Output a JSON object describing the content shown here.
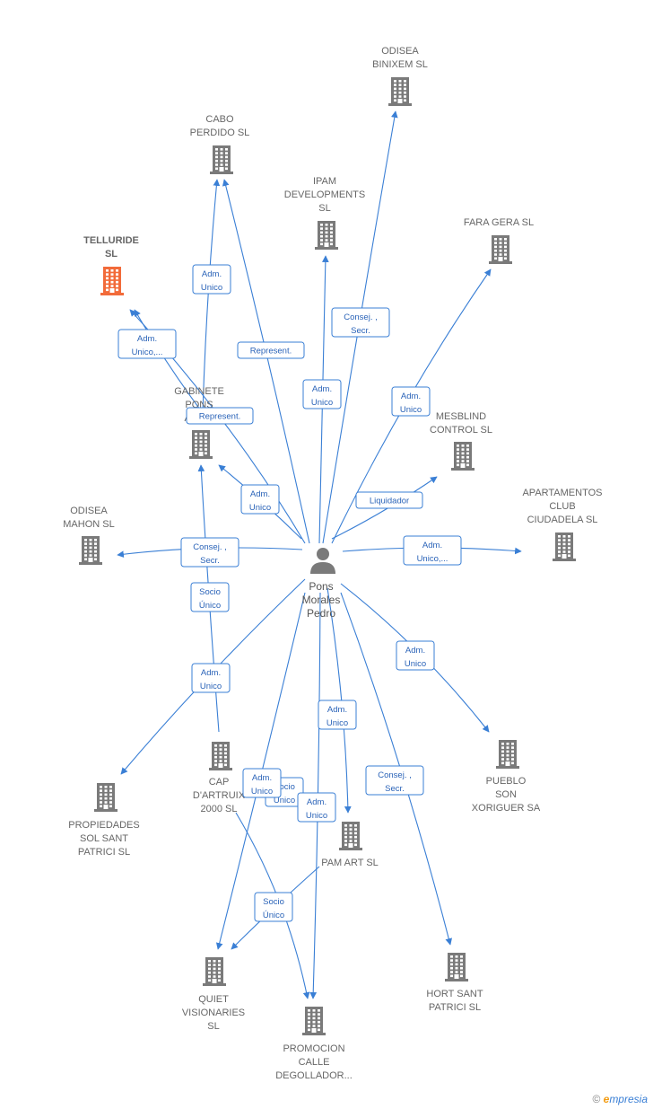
{
  "center": {
    "label_lines": [
      "Pons",
      "Morales",
      "Pedro"
    ]
  },
  "companies": [
    {
      "id": "odisea-binixem",
      "lines": [
        "ODISEA",
        "BINIXEM  SL"
      ],
      "highlight": false
    },
    {
      "id": "cabo-perdido",
      "lines": [
        "CABO",
        "PERDIDO SL"
      ],
      "highlight": false
    },
    {
      "id": "ipam",
      "lines": [
        "IPAM",
        "DEVELOPMENTS",
        "SL"
      ],
      "highlight": false
    },
    {
      "id": "fara-gera",
      "lines": [
        "FARA GERA SL"
      ],
      "highlight": false
    },
    {
      "id": "telluride",
      "lines": [
        "TELLURIDE",
        "SL"
      ],
      "highlight": true
    },
    {
      "id": "gabinete",
      "lines": [
        "GABINETE",
        "PONS",
        "ANG..."
      ],
      "highlight": false
    },
    {
      "id": "mesblind",
      "lines": [
        "MESBLIND",
        "CONTROL SL"
      ],
      "highlight": false
    },
    {
      "id": "odisea-mahon",
      "lines": [
        "ODISEA",
        "MAHON  SL"
      ],
      "highlight": false
    },
    {
      "id": "apartamentos",
      "lines": [
        "APARTAMENTOS",
        "CLUB",
        "CIUDADELA  SL"
      ],
      "highlight": false
    },
    {
      "id": "propiedades",
      "lines": [
        "PROPIEDADES",
        "SOL SANT",
        "PATRICI  SL"
      ],
      "highlight": false
    },
    {
      "id": "cap-artruix",
      "lines": [
        "CAP",
        "D'ARTRUIX",
        "2000 SL"
      ],
      "highlight": false
    },
    {
      "id": "pueblo-son",
      "lines": [
        "PUEBLO",
        "SON",
        "XORIGUER SA"
      ],
      "highlight": false
    },
    {
      "id": "pam-art",
      "lines": [
        "PAM ART  SL"
      ],
      "highlight": false
    },
    {
      "id": "quiet",
      "lines": [
        "QUIET",
        "VISIONARIES",
        "SL"
      ],
      "highlight": false
    },
    {
      "id": "hort-sant",
      "lines": [
        "HORT SANT",
        "PATRICI  SL"
      ],
      "highlight": false
    },
    {
      "id": "promocion",
      "lines": [
        "PROMOCION",
        "CALLE",
        "DEGOLLADOR..."
      ],
      "highlight": false
    }
  ],
  "relations": [
    {
      "id": "r1",
      "lines": [
        "Adm.",
        "Unico"
      ]
    },
    {
      "id": "r2",
      "lines": [
        "Represent."
      ]
    },
    {
      "id": "r3",
      "lines": [
        "Consej. ,",
        "Secr."
      ]
    },
    {
      "id": "r4",
      "lines": [
        "Adm.",
        "Unico"
      ]
    },
    {
      "id": "r5",
      "lines": [
        "Adm.",
        "Unico,..."
      ]
    },
    {
      "id": "r6",
      "lines": [
        "Adm.",
        "Unico"
      ]
    },
    {
      "id": "r7",
      "lines": [
        "Represent."
      ]
    },
    {
      "id": "r8",
      "lines": [
        "Adm.",
        "Unico"
      ]
    },
    {
      "id": "r9",
      "lines": [
        "Liquidador"
      ]
    },
    {
      "id": "r10",
      "lines": [
        "Consej. ,",
        "Secr."
      ]
    },
    {
      "id": "r11",
      "lines": [
        "Adm.",
        "Unico,..."
      ]
    },
    {
      "id": "r12",
      "lines": [
        "Socio",
        "Único"
      ]
    },
    {
      "id": "r13",
      "lines": [
        "Adm.",
        "Unico"
      ]
    },
    {
      "id": "r14",
      "lines": [
        "Adm.",
        "Unico"
      ]
    },
    {
      "id": "r15",
      "lines": [
        "Adm.",
        "Unico"
      ]
    },
    {
      "id": "r16",
      "lines": [
        "Consej. ,",
        "Secr."
      ]
    },
    {
      "id": "r17",
      "lines": [
        "Socio",
        "Único"
      ]
    },
    {
      "id": "r18",
      "lines": [
        "Adm.",
        "Unico"
      ]
    },
    {
      "id": "r19",
      "lines": [
        "Adm.",
        "Unico"
      ]
    },
    {
      "id": "r20",
      "lines": [
        "Socio",
        "Único"
      ]
    }
  ],
  "colors": {
    "edge": "#3a7fd5",
    "building": "#7a7a7a",
    "highlight": "#f26b3a",
    "person": "#7a7a7a"
  },
  "footer": {
    "copyright": "©",
    "brand_initial": "e",
    "brand_rest": "mpresia"
  }
}
